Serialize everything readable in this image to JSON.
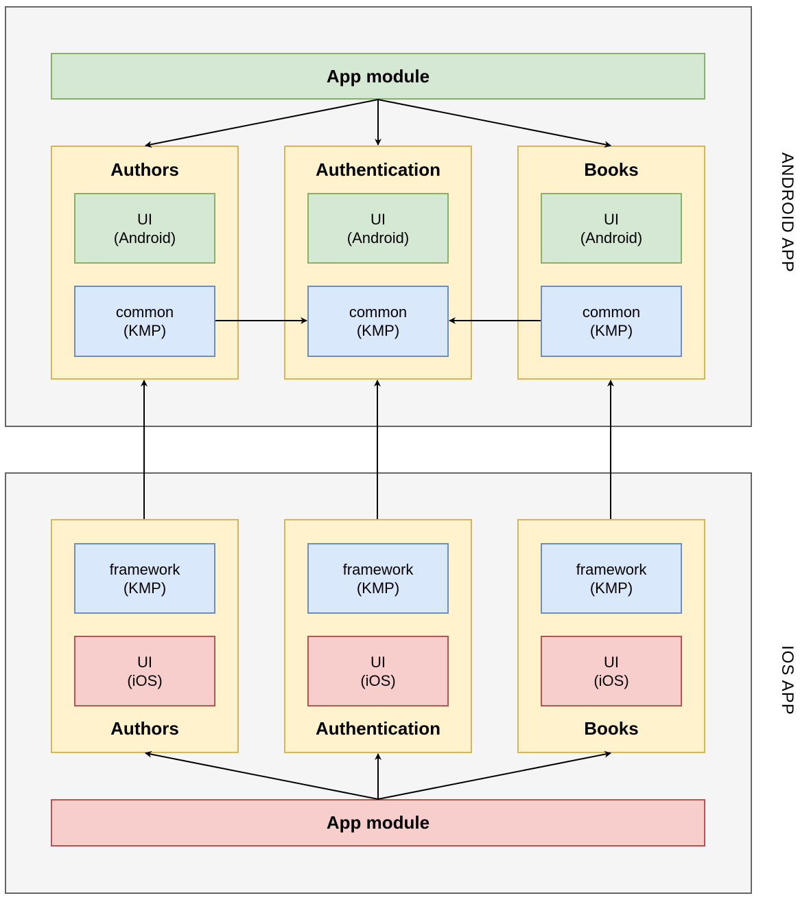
{
  "android": {
    "region_label": "ANDROID APP",
    "app_module": "App module",
    "modules": [
      {
        "title": "Authors",
        "ui_line1": "UI",
        "ui_line2": "(Android)",
        "common_line1": "common",
        "common_line2": "(KMP)"
      },
      {
        "title": "Authentication",
        "ui_line1": "UI",
        "ui_line2": "(Android)",
        "common_line1": "common",
        "common_line2": "(KMP)"
      },
      {
        "title": "Books",
        "ui_line1": "UI",
        "ui_line2": "(Android)",
        "common_line1": "common",
        "common_line2": "(KMP)"
      }
    ]
  },
  "ios": {
    "region_label": "IOS APP",
    "app_module": "App module",
    "modules": [
      {
        "title": "Authors",
        "framework_line1": "framework",
        "framework_line2": "(KMP)",
        "ui_line1": "UI",
        "ui_line2": "(iOS)"
      },
      {
        "title": "Authentication",
        "framework_line1": "framework",
        "framework_line2": "(KMP)",
        "ui_line1": "UI",
        "ui_line2": "(iOS)"
      },
      {
        "title": "Books",
        "framework_line1": "framework",
        "framework_line2": "(KMP)",
        "ui_line1": "UI",
        "ui_line2": "(iOS)"
      }
    ]
  },
  "colors": {
    "android_app_module_fill": "#d5e8d4",
    "ios_app_module_fill": "#f8cecc",
    "kmp_fill": "#dae8fc",
    "module_fill": "#fff2cc",
    "region_fill": "#f5f5f5"
  }
}
